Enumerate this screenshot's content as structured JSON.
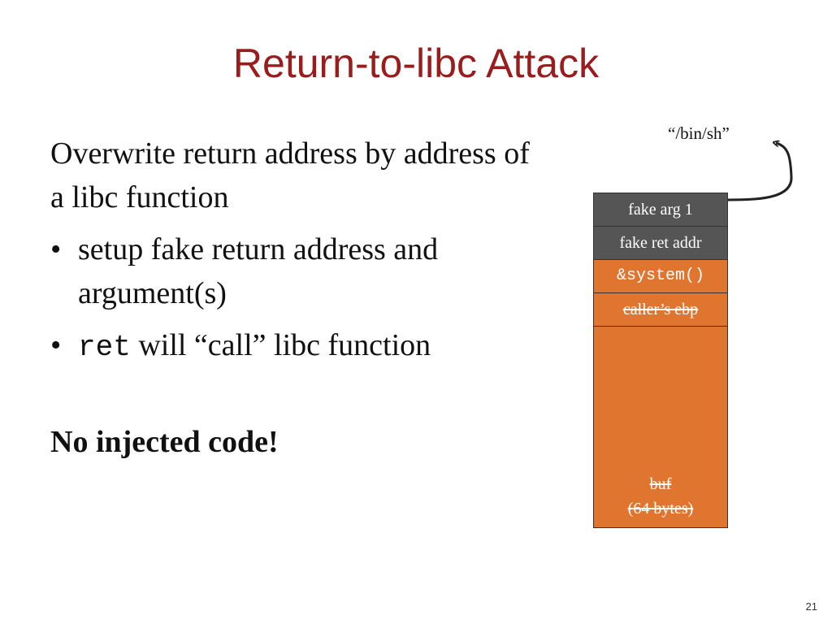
{
  "slide": {
    "title": "Return-to-libc Attack",
    "page_number": "21"
  },
  "content": {
    "intro": "Overwrite return address by address of a libc function",
    "bullets": [
      {
        "marker": "•",
        "code": "",
        "text": "setup fake return address and argument(s)"
      },
      {
        "marker": "•",
        "code": "ret",
        "text": " will “call” libc function"
      }
    ],
    "emphasis": "No injected code!"
  },
  "diagram": {
    "arg_label": "“/bin/sh”",
    "stack": [
      {
        "label": "fake arg 1",
        "style": "dark",
        "color": "#555555"
      },
      {
        "label": "fake ret addr",
        "style": "dark",
        "color": "#555555"
      },
      {
        "label": "&system()",
        "style": "orange-mono",
        "color": "#e07530"
      },
      {
        "label": "caller’s ebp",
        "style": "orange-strike",
        "color": "#e07530"
      },
      {
        "label_line1": "buf",
        "label_line2": "(64 bytes)",
        "style": "orange-strike",
        "color": "#e07530"
      }
    ],
    "colors": {
      "title": "#9b1c1c",
      "dark_cell": "#555555",
      "orange_cell": "#e07530",
      "arrow": "#222222"
    }
  }
}
